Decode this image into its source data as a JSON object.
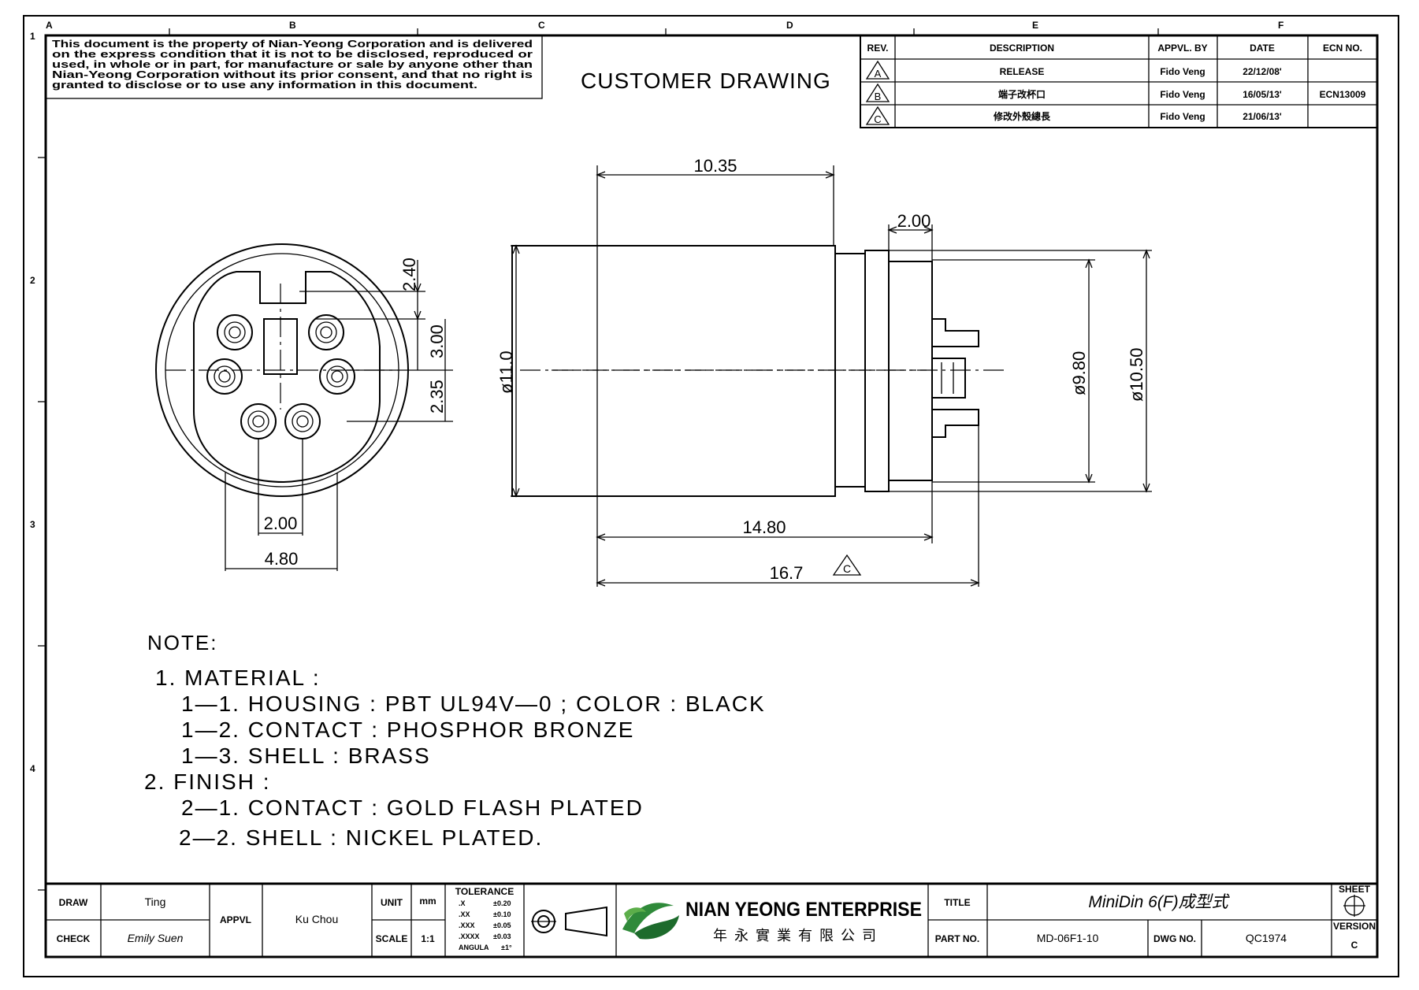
{
  "legal_notice": [
    "This document is the property of Nian-Yeong Corporation and is delivered",
    "on  the  express condition that it is not to be disclosed, reproduced or",
    "used, in whole or in part, for manufacture or sale by anyone other than",
    "Nian-Yeong Corporation without  its prior consent, and that  no right  is",
    "granted  to  disclose or  to use any information in this  document."
  ],
  "heading": "CUSTOMER  DRAWING",
  "zone_letters": [
    "A",
    "B",
    "C",
    "D",
    "E",
    "F"
  ],
  "zone_numbers": [
    "1",
    "2",
    "3",
    "4"
  ],
  "revision_table": {
    "headers": [
      "REV.",
      "DESCRIPTION",
      "APPVL. BY",
      "DATE",
      "ECN NO."
    ],
    "rows": [
      {
        "rev": "A",
        "description": "RELEASE",
        "approved_by": "Fido Veng",
        "date": "22/12/08'",
        "ecn": ""
      },
      {
        "rev": "B",
        "description": "端子改杯口",
        "approved_by": "Fido Veng",
        "date": "16/05/13'",
        "ecn": "ECN13009"
      },
      {
        "rev": "C",
        "description": "修改外殼總長",
        "approved_by": "Fido Veng",
        "date": "21/06/13'",
        "ecn": ""
      }
    ]
  },
  "dimensions": {
    "front_dim_240": "2.40",
    "front_dim_300": "3.00",
    "front_dim_235": "2.35",
    "front_dim_200": "2.00",
    "front_dim_480": "4.80",
    "side_dim_1035": "10.35",
    "side_dim_200": "2.00",
    "side_dia_110": "ø11.0",
    "side_dia_980": "ø9.80",
    "side_dia_1050": "ø10.50",
    "side_dim_1480": "14.80",
    "side_dim_167": "16.7",
    "rev_marker": "C"
  },
  "notes": {
    "heading": "NOTE:",
    "lines": [
      "1.  MATERIAL  :",
      "1—1.  HOUSING  :  PBT  UL94V—0  ;  COLOR  :  BLACK",
      "1—2.  CONTACT  :  PHOSPHOR  BRONZE",
      "1—3.  SHELL  :  BRASS",
      "2.  FINISH  :",
      "2—1.  CONTACT  :  GOLD  FLASH  PLATED",
      "2—2.  SHELL  :  NICKEL  PLATED."
    ]
  },
  "title_block": {
    "draw_label": "DRAW",
    "draw_value": "Ting",
    "check_label": "CHECK",
    "check_value": "Emily Suen",
    "appvl_label": "APPVL",
    "appvl_value": "Ku Chou",
    "unit_label": "UNIT",
    "unit_value": "mm",
    "scale_label": "SCALE",
    "scale_value": "1:1",
    "tolerance_title": "TOLERANCE",
    "tolerance_rows": [
      {
        "label": ".X",
        "value": "±0.20"
      },
      {
        "label": ".XX",
        "value": "±0.10"
      },
      {
        "label": ".XXX",
        "value": "±0.05"
      },
      {
        "label": ".XXXX",
        "value": "±0.03"
      },
      {
        "label": "ANGULA",
        "value": "±1°"
      }
    ],
    "company_name": "NIAN YEONG ENTERPRISE",
    "company_name_cn": "年 永 實 業 有 限 公 司",
    "title_label": "TITLE",
    "title_value": "MiniDin  6(F)成型式",
    "part_no_label": "PART NO.",
    "part_no_value": "MD-06F1-10",
    "dwg_no_label": "DWG NO.",
    "dwg_no_value": "QC1974",
    "sheet_label": "SHEET",
    "version_label": "VERSION",
    "version_value": "C"
  }
}
